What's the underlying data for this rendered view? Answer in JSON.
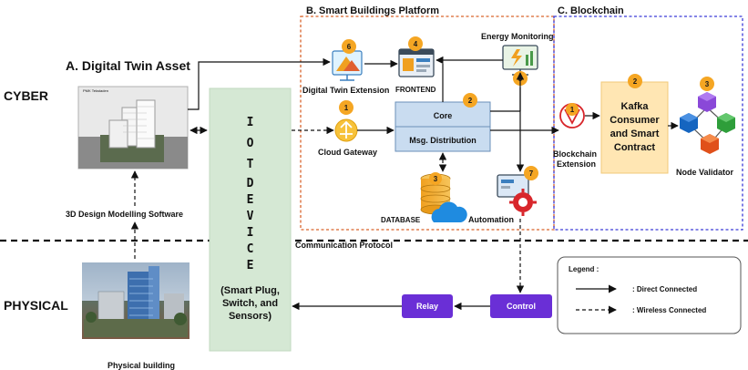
{
  "sections": {
    "digital_twin": "A. Digital Twin Asset",
    "platform": "B. Smart Buildings Platform",
    "blockchain": "C. Blockchain"
  },
  "layers": {
    "cyber": "CYBER",
    "physical": "PHYSICAL"
  },
  "nodes": {
    "design_software": "3D Design Modelling Software",
    "physical_building": "Physical building",
    "iot_device_title": [
      "I",
      "O",
      "T",
      "D",
      "E",
      "V",
      "I",
      "C",
      "E"
    ],
    "iot_device_sub": [
      "(Smart Plug,",
      "Switch, and",
      "Sensors)"
    ],
    "digital_twin_extension": "Digital Twin Extension",
    "frontend": "FRONTEND",
    "energy_monitoring": "Energy Monitoring",
    "cloud_gateway": "Cloud Gateway",
    "core": "Core",
    "msg_distribution": "Msg. Distribution",
    "database": "DATABASE",
    "automation": "Automation",
    "blockchain_extension": [
      "Blockchain",
      "Extension"
    ],
    "kafka": [
      "Kafka",
      "Consumer",
      "and Smart",
      "Contract"
    ],
    "node_validator": "Node Validator",
    "communication_protocol": "Communication Protocol",
    "relay": "Relay",
    "control": "Control",
    "model_thumb_caption": "PMK Tekstaden"
  },
  "badges": {
    "digital_twin_extension": "6",
    "frontend": "4",
    "energy_monitoring": "5",
    "cloud_gateway": "1",
    "core": "2",
    "database": "3",
    "automation": "7",
    "blockchain_extension": "1",
    "kafka": "2",
    "node_validator": "3"
  },
  "legend": {
    "title": "Legend :",
    "direct": ": Direct Connected",
    "wireless": ": Wireless Connected"
  },
  "colors": {
    "platform_border": "#d9632b",
    "blockchain_border": "#3a3ad8",
    "core_fill": "#c9dcf0",
    "iot_fill": "#d5e8d4",
    "kafka_fill": "#ffe6b3",
    "relay_fill": "#6a2fd6",
    "badge_fill": "#f5a623"
  }
}
